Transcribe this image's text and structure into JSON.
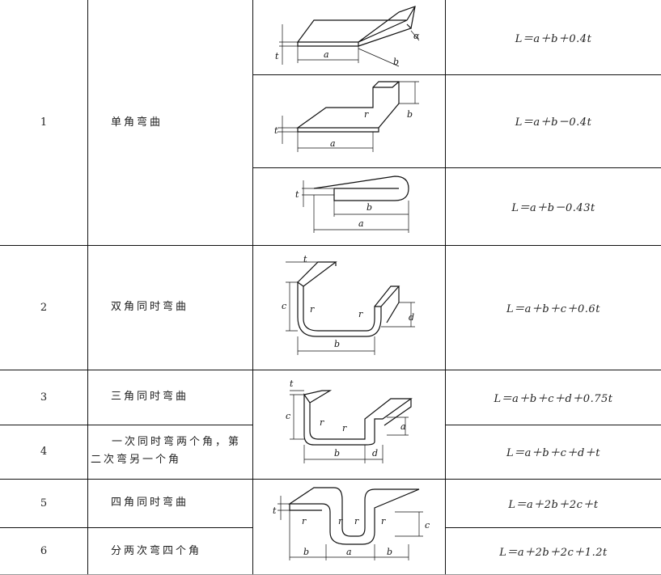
{
  "rows": [
    {
      "no": "1",
      "method": "单角弯曲",
      "formulas": [
        "L＝a＋b＋0.4t",
        "L＝a＋b－0.4t",
        "L＝a＋b－0.43t"
      ]
    },
    {
      "no": "2",
      "method": "双角同时弯曲",
      "formulas": [
        "L＝a＋b＋c＋0.6t"
      ]
    },
    {
      "no": "3",
      "method": "三角同时弯曲",
      "formulas": [
        "L＝a＋b＋c＋d＋0.75t"
      ]
    },
    {
      "no": "4",
      "method": "一次同时弯两个角，第二次弯另一个角",
      "formulas": [
        "L＝a＋b＋c＋d＋t"
      ]
    },
    {
      "no": "5",
      "method": "四角同时弯曲",
      "formulas": [
        "L＝a＋2b＋2c＋t"
      ]
    },
    {
      "no": "6",
      "method": "分两次弯四个角",
      "formulas": [
        "L＝a＋2b＋2c＋1.2t"
      ]
    }
  ],
  "labels": {
    "a": "a",
    "b": "b",
    "c": "c",
    "d": "d",
    "t": "t",
    "r": "r",
    "alpha": "α"
  }
}
